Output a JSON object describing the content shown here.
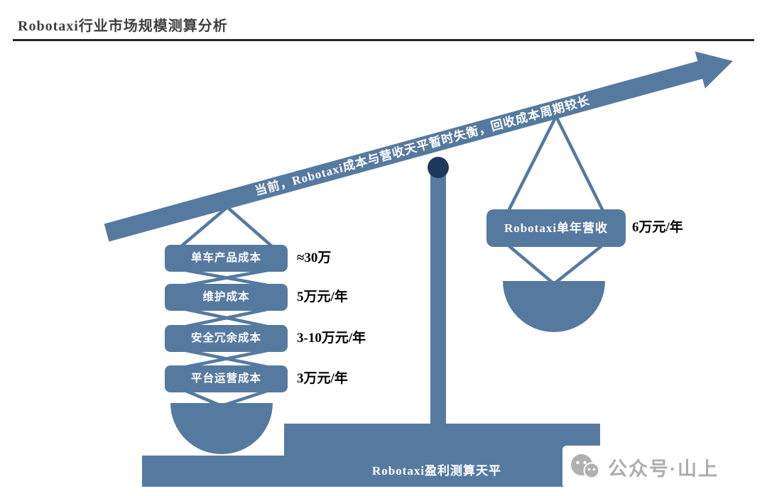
{
  "header": {
    "title": "Robotaxi行业市场规模测算分析"
  },
  "beam": {
    "label": "当前，Robotaxi成本与营收天平暂时失衡，回收成本周期较长"
  },
  "left_pan": {
    "items": [
      {
        "label": "单车产品成本",
        "value": "≈30万"
      },
      {
        "label": "维护成本",
        "value": "5万元/年"
      },
      {
        "label": "安全冗余成本",
        "value": "3-10万元/年"
      },
      {
        "label": "平台运营成本",
        "value": "3万元/年"
      }
    ]
  },
  "right_pan": {
    "label": "Robotaxi单年营收",
    "value": "6万元/年"
  },
  "base": {
    "label": "Robotaxi盈利测算天平"
  },
  "watermark": {
    "text": "公众号·山上"
  },
  "colors": {
    "primary_blue": "#567a9f",
    "pivot_navy": "#1e3a5a",
    "title_gray": "#3f3f3f",
    "divider_dark": "#26262d",
    "watermark_gray": "#adadad",
    "value_text": "#000000",
    "background": "#ffffff"
  }
}
